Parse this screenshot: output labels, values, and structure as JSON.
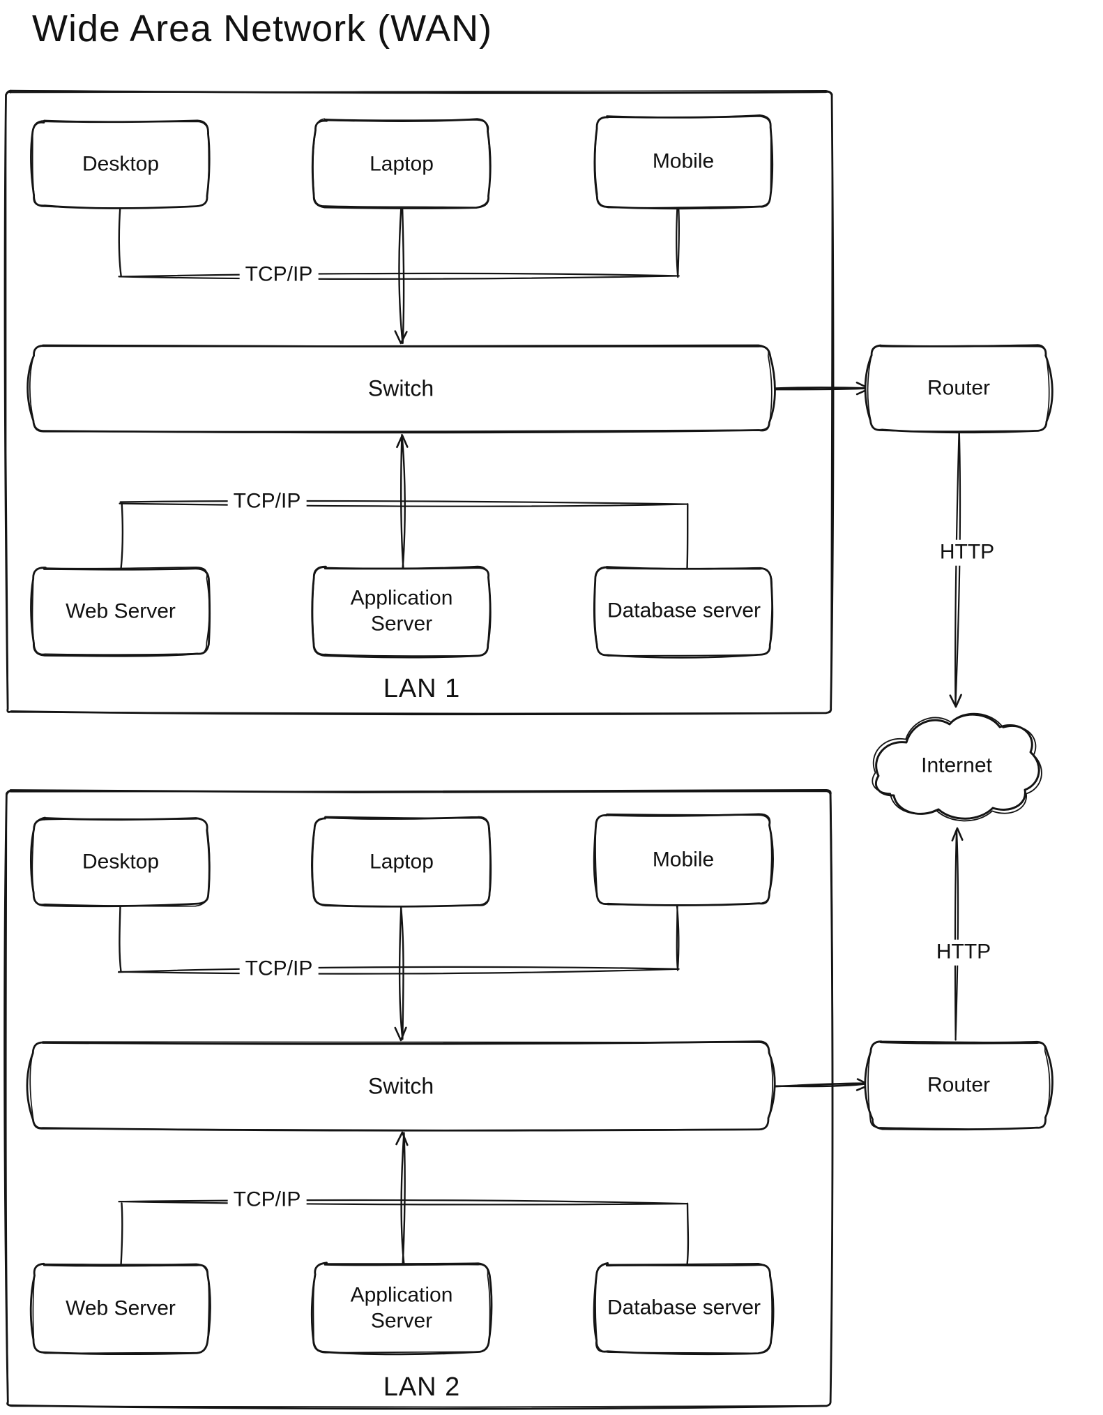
{
  "title": "Wide Area Network (WAN)",
  "lans": [
    {
      "label": "LAN 1",
      "clients": [
        "Desktop",
        "Laptop",
        "Mobile"
      ],
      "client_bus_label": "TCP/IP",
      "switch_label": "Switch",
      "server_bus_label": "TCP/IP",
      "servers": [
        "Web Server",
        "Application Server",
        "Database server"
      ]
    },
    {
      "label": "LAN 2",
      "clients": [
        "Desktop",
        "Laptop",
        "Mobile"
      ],
      "client_bus_label": "TCP/IP",
      "switch_label": "Switch",
      "server_bus_label": "TCP/IP",
      "servers": [
        "Web Server",
        "Application Server",
        "Database server"
      ]
    }
  ],
  "wan": {
    "routers": [
      {
        "label": "Router"
      },
      {
        "label": "Router"
      }
    ],
    "internet_label": "Internet",
    "links": [
      {
        "label": "HTTP"
      },
      {
        "label": "HTTP"
      }
    ]
  }
}
